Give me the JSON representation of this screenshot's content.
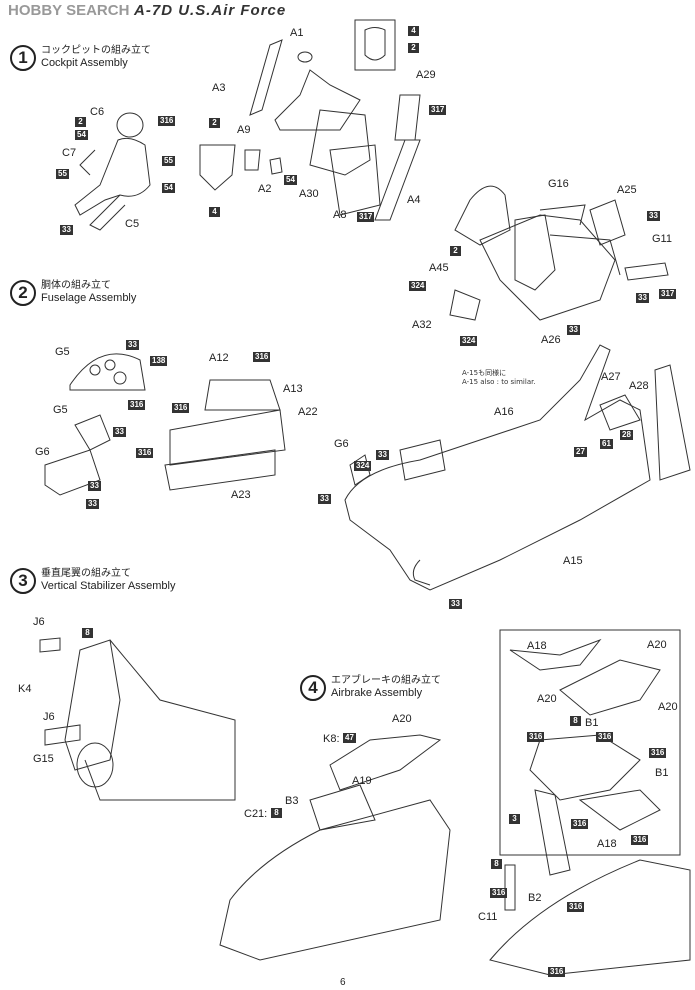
{
  "header": {
    "watermark": "HOBBY SEARCH",
    "title": "A-7D U.S.Air Force"
  },
  "steps": [
    {
      "num": "1",
      "jp": "コックピットの組み立て",
      "en": "Cockpit Assembly"
    },
    {
      "num": "2",
      "jp": "胴体の組み立て",
      "en": "Fuselage Assembly"
    },
    {
      "num": "3",
      "jp": "垂直尾翼の組み立て",
      "en": "Vertical Stabilizer Assembly"
    },
    {
      "num": "4",
      "jp": "エアブレーキの組み立て",
      "en": "Airbrake Assembly"
    }
  ],
  "note": {
    "jp": "A-15も同様に",
    "en": "A-15 also : to similar."
  },
  "parts": {
    "A1": "A1",
    "A2": "A2",
    "A3": "A3",
    "A4": "A4",
    "A8": "A8",
    "A9": "A9",
    "A29": "A29",
    "A30": "A30",
    "C5": "C5",
    "C6": "C6",
    "C7": "C7",
    "G16": "G16",
    "A25": "A25",
    "G11": "G11",
    "A45": "A45",
    "A32": "A32",
    "A26": "A26",
    "G5a": "G5",
    "A12": "A12",
    "A13": "A13",
    "G5b": "G5",
    "A22": "A22",
    "G6a": "G6",
    "A23": "A23",
    "A27": "A27",
    "A28": "A28",
    "A16": "A16",
    "G6b": "G6",
    "A15": "A15",
    "J6a": "J6",
    "K4": "K4",
    "J6b": "J6",
    "G15": "G15",
    "A18a": "A18",
    "A20a": "A20",
    "A20b": "A20",
    "B1a": "B1",
    "A20c": "A20",
    "B1b": "B1",
    "A18b": "A18",
    "K8": "K8:",
    "A20d": "A20",
    "A19": "A19",
    "B3": "B3",
    "C21": "C21:",
    "B2": "B2",
    "C11": "C11"
  },
  "colors": {
    "c316": "316",
    "c54a": "54",
    "c55a": "55",
    "c55b": "55",
    "c54b": "54",
    "c33a": "33",
    "c2a": "2",
    "c4a": "4",
    "c4b": "4",
    "c2b": "2",
    "c317a": "317",
    "c54c": "54",
    "c317b": "317",
    "c2c": "2",
    "c4c": "4",
    "c33b": "33",
    "c2d": "2",
    "c324a": "324",
    "c33c": "33",
    "c317c": "317",
    "c33d": "33",
    "c324b": "324",
    "c33e": "33",
    "c138": "138",
    "c33f": "33",
    "c316b": "316",
    "c316c": "316",
    "c33g": "33",
    "c33h": "33",
    "c316d": "316",
    "c316e": "316",
    "c61": "61",
    "c28": "28",
    "c27": "27",
    "c33i": "33",
    "c324c": "324",
    "c33j": "33",
    "c33k": "33",
    "c8a": "8",
    "c8b": "8",
    "c316f": "316",
    "c316g": "316",
    "c316h": "316",
    "c316i": "316",
    "c316j": "316",
    "c47": "47",
    "c8c": "8",
    "c3": "3",
    "c8d": "8",
    "c316k": "316",
    "c316l": "316",
    "c316m": "316"
  },
  "page_number": "6"
}
